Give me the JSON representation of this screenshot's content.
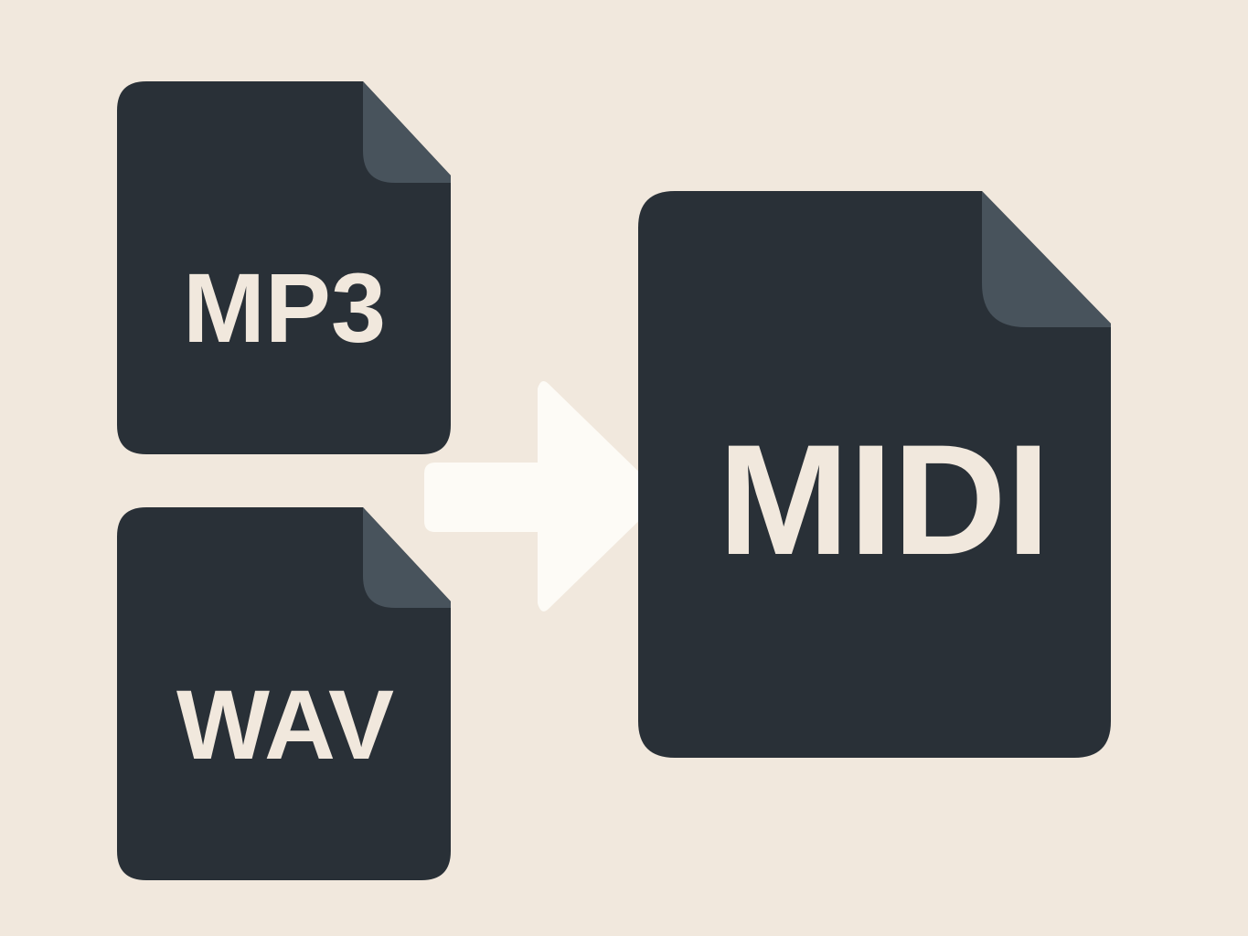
{
  "colors": {
    "background": "#f1e8dd",
    "file_body": "#293037",
    "file_fold": "#48535c",
    "label_text": "#f1e8dd",
    "arrow": "#fdfbf6"
  },
  "files": {
    "source_top": {
      "label": "MP3",
      "icon": "file-icon"
    },
    "source_bottom": {
      "label": "WAV",
      "icon": "file-icon"
    },
    "target": {
      "label": "MIDI",
      "icon": "file-icon"
    }
  },
  "arrow": {
    "icon": "arrow-right-icon"
  }
}
